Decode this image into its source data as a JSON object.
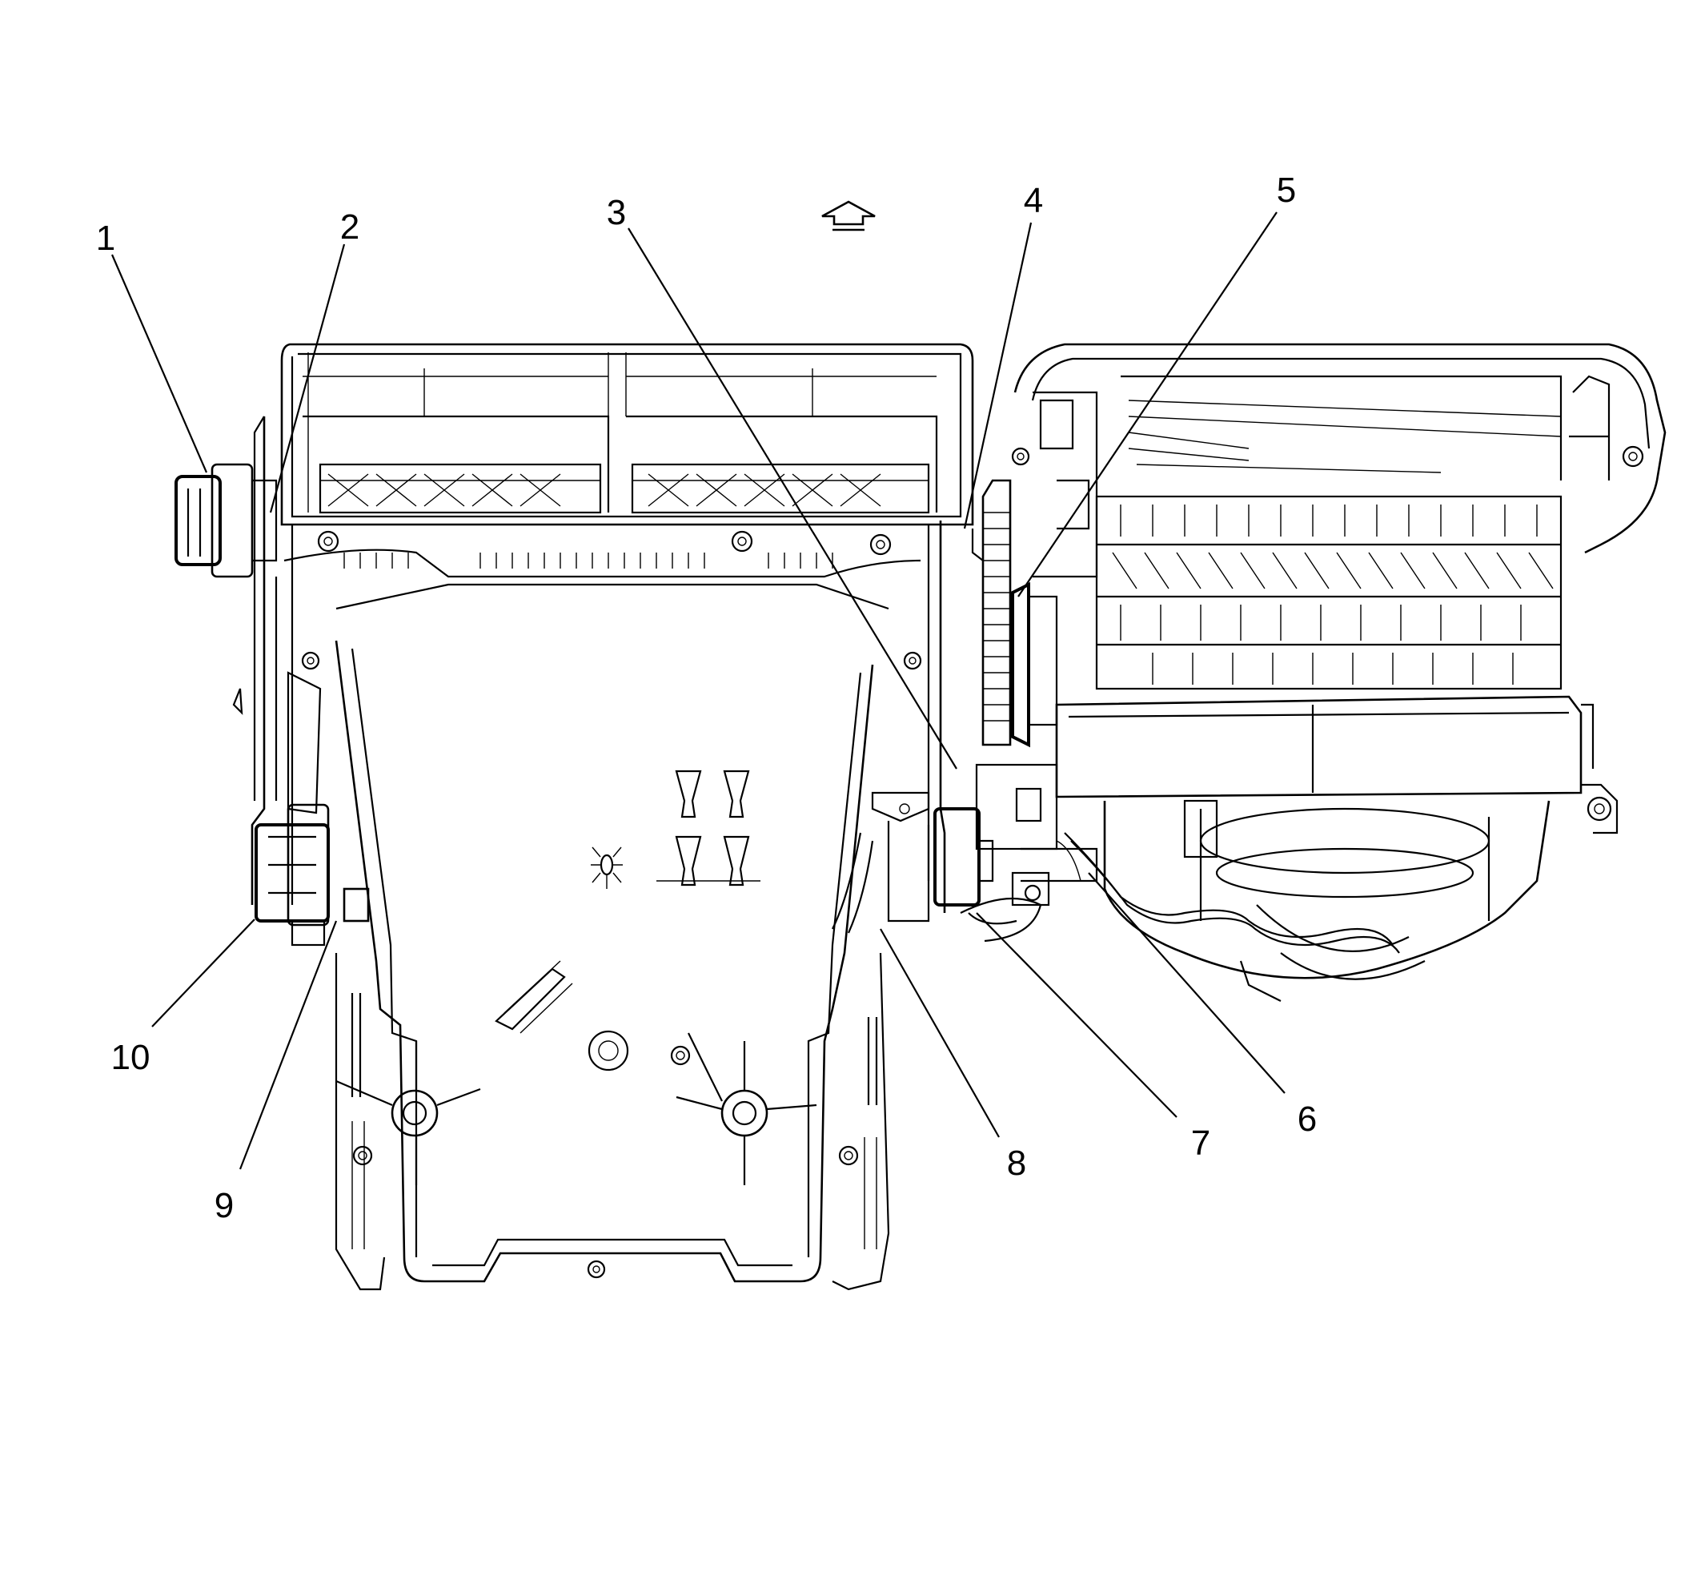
{
  "callouts": [
    "1",
    "2",
    "3",
    "4",
    "5",
    "6",
    "7",
    "8",
    "9",
    "10"
  ],
  "icons": {
    "orientation": "up-arrow-icon"
  }
}
